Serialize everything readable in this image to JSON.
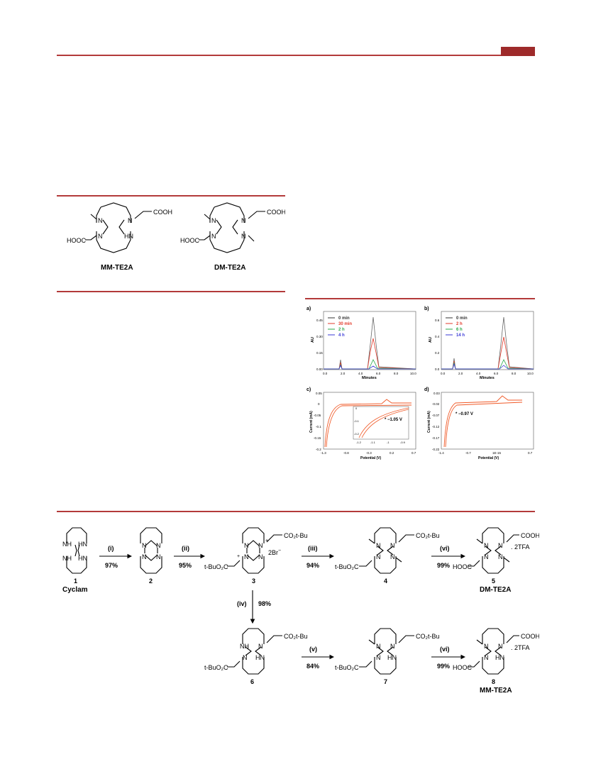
{
  "colors": {
    "rule": "#b33a3a",
    "tab": "#9e2a2a",
    "trace_black": "#333333",
    "trace_red": "#e23b2b",
    "trace_green": "#2aa84a",
    "trace_blue": "#3a3ad6",
    "cv_orange": "#f05a28"
  },
  "figure1": {
    "compound_left": {
      "label": "MM-TE2A",
      "cooh_top": "COOH",
      "cooh_bottom": "HOOC",
      "nh": "HN"
    },
    "compound_right": {
      "label": "DM-TE2A",
      "cooh_top": "COOH",
      "cooh_bottom": "HOOC"
    }
  },
  "figure2": {
    "panel_a": {
      "letter": "a)",
      "xlabel": "Minutes",
      "ylabel": "AU",
      "legend": [
        "0 min",
        "30 min",
        "2 h",
        "4 h"
      ],
      "xticks": [
        "0.0",
        "2.0",
        "4.0",
        "6.0",
        "8.0",
        "10.0"
      ],
      "yticks": [
        "0.00",
        "0.15",
        "0.30",
        "0.45"
      ]
    },
    "panel_b": {
      "letter": "b)",
      "xlabel": "Minutes",
      "ylabel": "AU",
      "legend": [
        "0 min",
        "2 h",
        "6 h",
        "14 h"
      ],
      "xticks": [
        "0.0",
        "2.0",
        "4.0",
        "6.0",
        "8.0",
        "10.0"
      ],
      "yticks": [
        "0.0",
        "0.2",
        "0.4",
        "0.6"
      ]
    },
    "panel_c": {
      "letter": "c)",
      "xlabel": "Potential (V)",
      "ylabel": "Current (mA)",
      "xticks": [
        "-1.3",
        "-0.8",
        "-0.3",
        "0.2",
        "0.7"
      ],
      "yticks": [
        "0.05",
        "0",
        "-0.05",
        "-0.1",
        "-0.15",
        "-0.2"
      ],
      "annotation": "−1.05 V",
      "inset_xticks": [
        "-1.2",
        "-1.1",
        "-1",
        "-0.9"
      ],
      "inset_yticks": [
        "0",
        "-0.1",
        "-0.2"
      ]
    },
    "panel_d": {
      "letter": "d)",
      "xlabel": "Potential (V)",
      "ylabel": "Current (mA)",
      "xticks": [
        "-1.4",
        "-0.7",
        "1E-15",
        "0.7"
      ],
      "yticks": [
        "0.03",
        "-0.02",
        "-0.07",
        "-0.12",
        "-0.17",
        "-0.22"
      ],
      "annotation": "−0.97 V"
    }
  },
  "scheme": {
    "steps": [
      {
        "reagent": "(i)",
        "yield": "97%"
      },
      {
        "reagent": "(ii)",
        "yield": "95%"
      },
      {
        "reagent": "(iii)",
        "yield": "94%"
      },
      {
        "reagent": "(vi)",
        "yield": "99%"
      },
      {
        "reagent": "(iv)",
        "yield": "98%"
      },
      {
        "reagent": "(v)",
        "yield": "84%"
      },
      {
        "reagent": "(vi)",
        "yield": "99%"
      }
    ],
    "compounds": {
      "c1": {
        "number": "1",
        "name": "Cyclam"
      },
      "c2": {
        "number": "2"
      },
      "c3": {
        "number": "3",
        "counterion": "2Br",
        "ester": "t-BuO₂C",
        "ester_top": "CO₂t-Bu"
      },
      "c4": {
        "number": "4",
        "ester": "t-BuO₂C",
        "ester_top": "CO₂t-Bu"
      },
      "c5": {
        "number": "5",
        "name": "DM-TE2A",
        "salt": ". 2TFA",
        "acid_top": "COOH",
        "acid_bottom": "HOOC"
      },
      "c6": {
        "number": "6",
        "ester": "t-BuO₂C",
        "ester_top": "CO₂t-Bu"
      },
      "c7": {
        "number": "7",
        "ester": "t-BuO₂C",
        "ester_top": "CO₂t-Bu"
      },
      "c8": {
        "number": "8",
        "name": "MM-TE2A",
        "salt": ". 2TFA",
        "acid_top": "COOH",
        "acid_bottom": "HOOC"
      }
    }
  }
}
